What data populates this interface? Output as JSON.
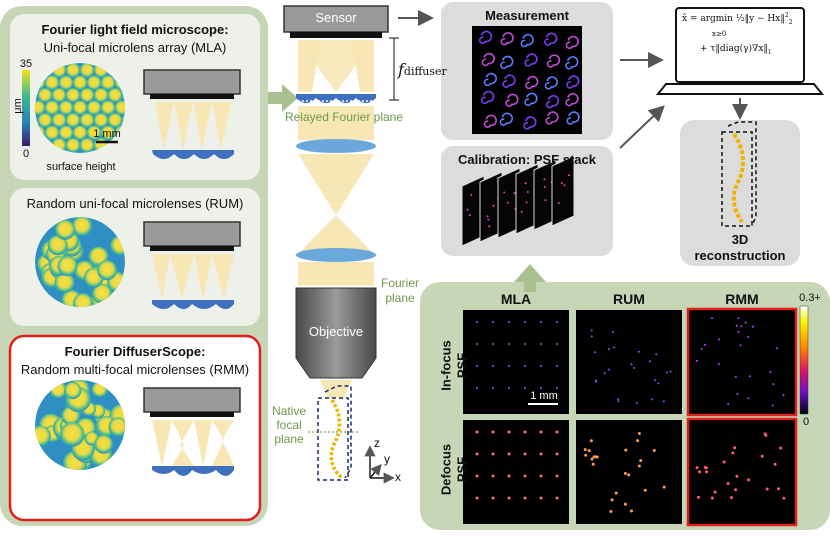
{
  "left_panels": [
    {
      "title": "Fourier light field microscope:",
      "subtitle": "Uni-focal microlens array (MLA)"
    },
    {
      "title": "",
      "subtitle": "Random uni-focal microlenses (RUM)"
    },
    {
      "title": "Fourier DiffuserScope:",
      "subtitle": "Random multi-focal microlenses (RMM)"
    }
  ],
  "surface_legend": {
    "max": "35",
    "min": "0",
    "unit": "μm",
    "scalebar": "1 mm",
    "caption": "surface height"
  },
  "optics": {
    "sensor": "Sensor",
    "f_label": "f",
    "f_sub": "diffuser",
    "relayed_plane": "Relayed Fourier plane",
    "fourier_plane_l1": "Fourier",
    "fourier_plane_l2": "plane",
    "objective": "Objective",
    "native_l1": "Native",
    "native_l2": "focal",
    "native_l3": "plane",
    "axis_z": "z",
    "axis_y": "y",
    "axis_x": "x"
  },
  "measurement_title": "Measurement",
  "calibration_title": "Calibration: PSF stack",
  "equation": {
    "line1a": "x̂ = argmin",
    "line1b": "½‖y − Hx‖",
    "line1c": "2",
    "line1d": "2",
    "sub": "x≥0",
    "line2": "+ τ‖diag(γ)∇x‖",
    "line2sub": "1"
  },
  "reconstruction": {
    "l1": "3D",
    "l2": "reconstruction"
  },
  "psf_grid": {
    "columns": [
      "MLA",
      "RUM",
      "RMM"
    ],
    "rows_l1": [
      "In-focus",
      "Defocus"
    ],
    "rows_l2": [
      "PSF",
      "PSF"
    ],
    "scalebar": "1 mm",
    "colorbar_max": "0.3+",
    "colorbar_min": "0"
  },
  "colors": {
    "panel_green": "#c7d6b7",
    "panel_inner": "#eef1ea",
    "box_gray": "#dcdcdc",
    "beam": "#f7e7b5",
    "lens_blue": "#6aa8dc",
    "red_highlight": "#e0201b",
    "arrow_green": "#a9c08f"
  }
}
